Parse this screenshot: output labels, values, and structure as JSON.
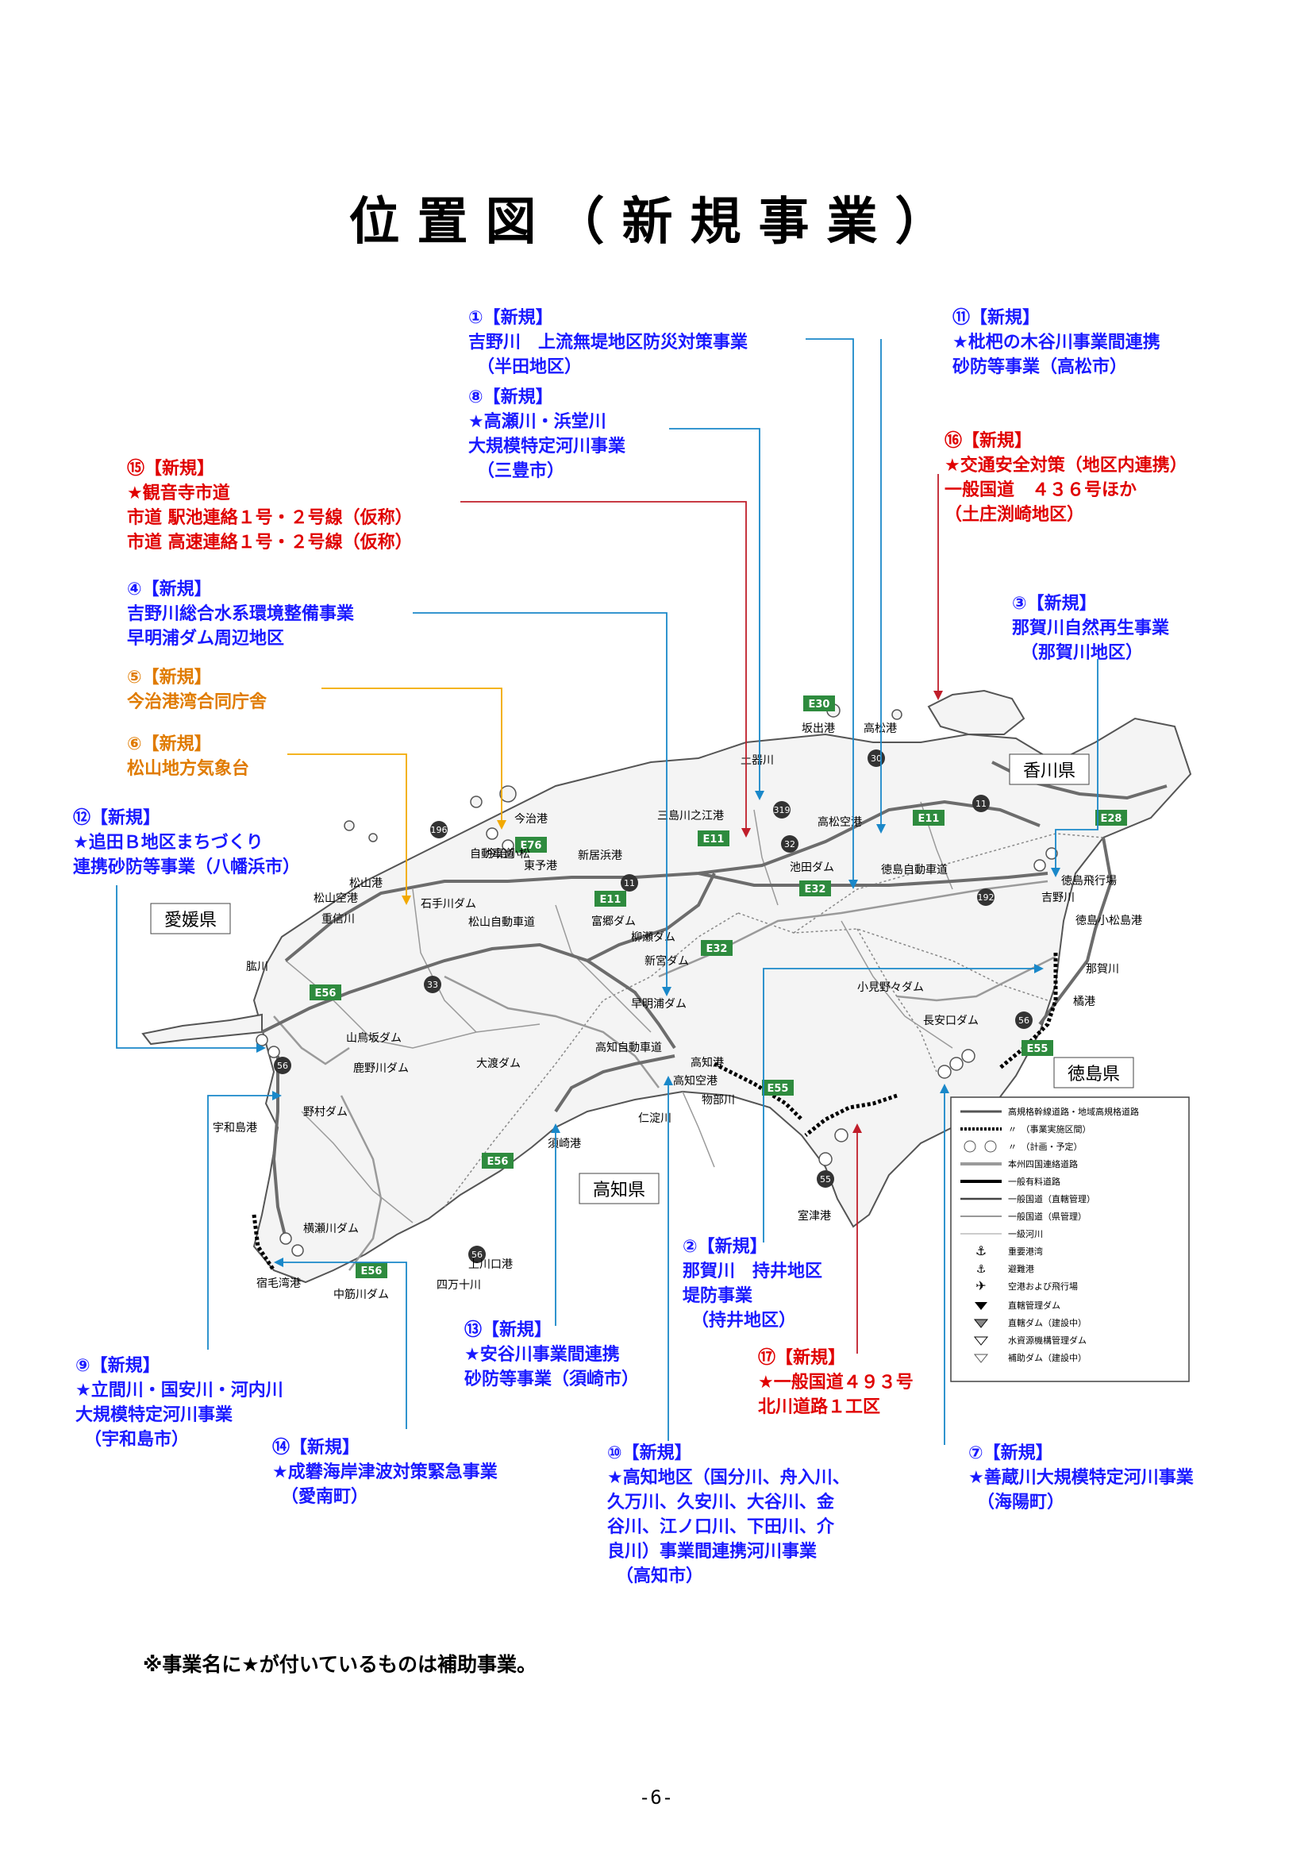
{
  "title": "位置図（新規事業）",
  "projects": [
    {
      "id": "p1",
      "header": "①【新規】",
      "lines": [
        "吉野川　上流無堤地区防災対策事業",
        "（半田地区）"
      ],
      "color": "blue"
    },
    {
      "id": "p8",
      "header": "⑧【新規】",
      "lines": [
        "★高瀬川・浜堂川",
        "大規模特定河川事業",
        "（三豊市）"
      ],
      "color": "blue"
    },
    {
      "id": "p11",
      "header": "⑪【新規】",
      "lines": [
        "★枇杷の木谷川事業間連携",
        "砂防等事業（高松市）"
      ],
      "color": "blue"
    },
    {
      "id": "p16",
      "header": "⑯【新規】",
      "lines": [
        "★交通安全対策（地区内連携）",
        "一般国道　４３６号ほか",
        "（土庄渕崎地区）"
      ],
      "color": "red"
    },
    {
      "id": "p15",
      "header": "⑮【新規】",
      "lines": [
        "★観音寺市道",
        "市道 駅池連絡１号・２号線（仮称）",
        "市道 高速連絡１号・２号線（仮称）"
      ],
      "color": "red"
    },
    {
      "id": "p4",
      "header": "④【新規】",
      "lines": [
        "吉野川総合水系環境整備事業",
        "早明浦ダム周辺地区"
      ],
      "color": "blue"
    },
    {
      "id": "p3",
      "header": "③【新規】",
      "lines": [
        "那賀川自然再生事業",
        "（那賀川地区）"
      ],
      "color": "blue"
    },
    {
      "id": "p5",
      "header": "⑤【新規】",
      "lines": [
        "今治港湾合同庁舎"
      ],
      "color": "orange"
    },
    {
      "id": "p6",
      "header": "⑥【新規】",
      "lines": [
        "松山地方気象台"
      ],
      "color": "orange"
    },
    {
      "id": "p12",
      "header": "⑫【新規】",
      "lines": [
        "★追田Ｂ地区まちづくり",
        "連携砂防等事業（八幡浜市）"
      ],
      "color": "blue"
    },
    {
      "id": "p2",
      "header": "②【新規】",
      "lines": [
        "那賀川　持井地区",
        "堤防事業",
        "（持井地区）"
      ],
      "color": "blue"
    },
    {
      "id": "p13",
      "header": "⑬【新規】",
      "lines": [
        "★安谷川事業間連携",
        "砂防等事業（須崎市）"
      ],
      "color": "blue"
    },
    {
      "id": "p17",
      "header": "⑰【新規】",
      "lines": [
        "★一般国道４９３号",
        "北川道路１工区"
      ],
      "color": "red"
    },
    {
      "id": "p9",
      "header": "⑨【新規】",
      "lines": [
        "★立間川・国安川・河内川",
        "大規模特定河川事業",
        "（宇和島市）"
      ],
      "color": "blue"
    },
    {
      "id": "p14",
      "header": "⑭【新規】",
      "lines": [
        "★成礬海岸津波対策緊急事業",
        "（愛南町）"
      ],
      "color": "blue"
    },
    {
      "id": "p10",
      "header": "⑩【新規】",
      "lines": [
        "★高知地区（国分川、舟入川、",
        "久万川、久安川、大谷川、金",
        "谷川、江ノ口川、下田川、介",
        "良川）事業間連携河川事業",
        "（高知市）"
      ],
      "color": "blue"
    },
    {
      "id": "p7",
      "header": "⑦【新規】",
      "lines": [
        "★善蔵川大規模特定河川事業",
        "（海陽町）"
      ],
      "color": "blue"
    }
  ],
  "map": {
    "prefectures": [
      "愛媛県",
      "高知県",
      "香川県",
      "徳島県"
    ],
    "expressway_badges": [
      "E30",
      "E11",
      "E76",
      "E11",
      "E32",
      "E32",
      "E28",
      "E56",
      "E55",
      "E56",
      "E55",
      "E56",
      "E11"
    ],
    "places": [
      "今治港",
      "東予港",
      "松山港",
      "松山空港",
      "重信川",
      "石手川ダム",
      "自動車道",
      "今治小松",
      "新居浜港",
      "富郷ダム",
      "新宮ダム",
      "三島川之江港",
      "柳瀬ダム",
      "坂出港",
      "高松港",
      "土器川",
      "高松空港",
      "池田ダム",
      "徳島自動車道",
      "徳島飛行場",
      "吉野川",
      "徳島小松島港",
      "那賀川",
      "橘港",
      "小見野々ダム",
      "長安口ダム",
      "松山自動車道",
      "早明浦ダム",
      "高知自動車道",
      "大渡ダム",
      "高知港",
      "高知空港",
      "物部川",
      "仁淀川",
      "須崎港",
      "室津港",
      "山鳥坂ダム",
      "鹿野川ダム",
      "野村ダム",
      "肱川",
      "宇和島港",
      "横瀬川ダム",
      "宿毛湾港",
      "中筋川ダム",
      "上川口港",
      "四万十川"
    ],
    "route_numbers": [
      "196",
      "11",
      "32",
      "33",
      "56",
      "30",
      "11",
      "192",
      "55",
      "56",
      "56",
      "319"
    ]
  },
  "legend": {
    "items": [
      "高規格幹線道路・地域高規格道路",
      "〃　（事業実施区間）",
      "〃　（計画・予定）",
      "本州四国連絡道路",
      "一般有料道路",
      "一般国道（直轄管理）",
      "一般国道（県管理）",
      "一級河川",
      "重要港湾",
      "避難港",
      "空港および飛行場",
      "直轄管理ダム",
      "直轄ダム（建設中）",
      "水資源機構管理ダム",
      "補助ダム（建設中）"
    ]
  },
  "footnote": "※事業名に★が付いているものは補助事業。",
  "page_number": "-6-",
  "colors": {
    "blue": "#1a1aff",
    "red": "#e00000",
    "orange": "#e07b00",
    "badge": "#2e8b3e",
    "land": "#f4f4f4",
    "road": "#6c6c6c"
  }
}
